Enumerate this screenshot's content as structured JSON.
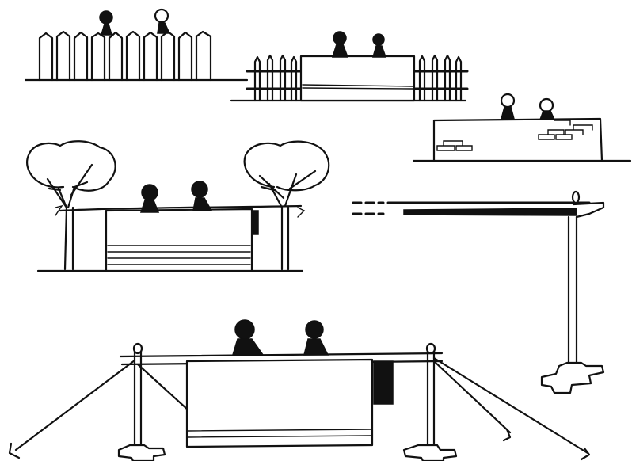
{
  "illustration": {
    "panels": [
      {
        "name": "picket-fence"
      },
      {
        "name": "wall-between-railings"
      },
      {
        "name": "brick-wall"
      },
      {
        "name": "cloth-between-trees"
      },
      {
        "name": "wall-bracket-pole"
      },
      {
        "name": "free-standing-frame"
      }
    ]
  }
}
